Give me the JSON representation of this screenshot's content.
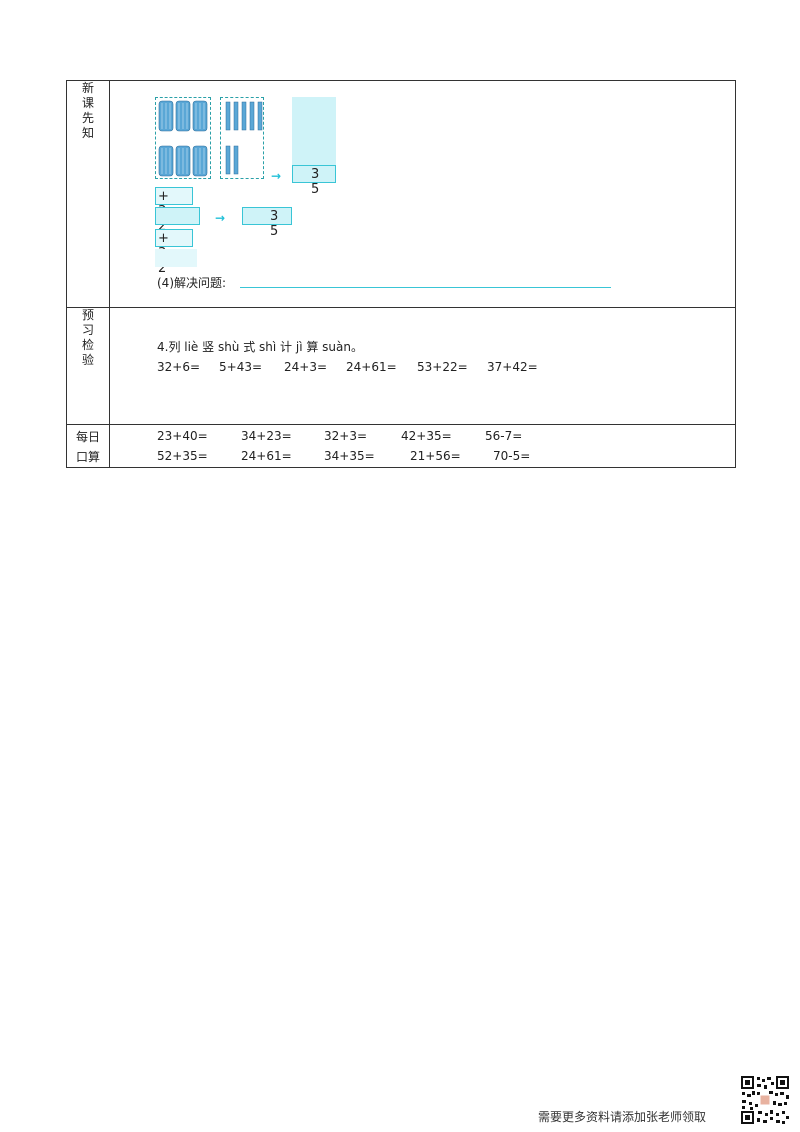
{
  "sections": {
    "new_lesson": [
      "新",
      "课",
      "先",
      "知"
    ],
    "preview_check": [
      "预",
      "习",
      "检",
      "验"
    ],
    "daily_oral": [
      "每日",
      "口算"
    ]
  },
  "new_lesson": {
    "num_35_a": "3 5",
    "plus_32_a": "+ 3 2",
    "num_35_b": "3 5",
    "plus_32_b": "+ 3 2",
    "question": "(4)解决问题:"
  },
  "preview": {
    "instruction": "4.列 liè 竖 shù 式 shì 计 jì 算 suàn。",
    "expressions": [
      "32+6=",
      "5+43=",
      "24+3=",
      "24+61=",
      "53+22=",
      "37+42="
    ]
  },
  "daily": {
    "row1": [
      "23+40=",
      "34+23=",
      "32+3=",
      "42+35=",
      "56-7="
    ],
    "row2": [
      "52+35=",
      "24+61=",
      "34+35=",
      "21+56=",
      "70-5="
    ]
  },
  "footer": {
    "text": "需要更多资料请添加张老师领取"
  },
  "colors": {
    "accent": "#39c5d6",
    "fill": "#cff3f8",
    "block": "#4a9ccc"
  }
}
